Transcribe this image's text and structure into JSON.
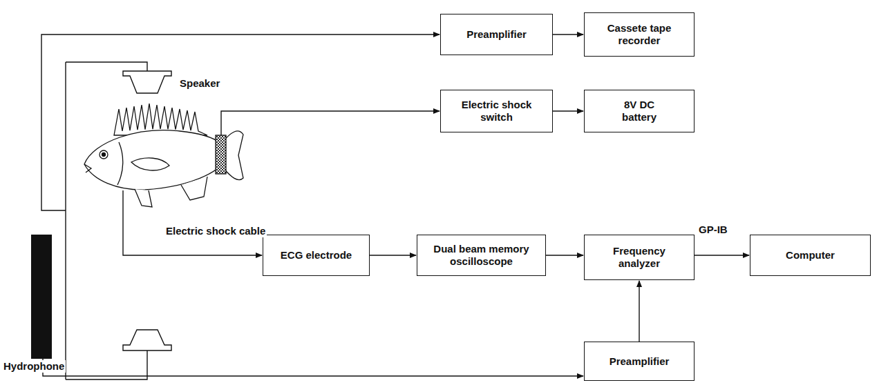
{
  "diagram": {
    "nodes": [
      {
        "text": [
          "Preamplifier"
        ]
      },
      {
        "text": [
          "Cassete tape recorder"
        ]
      },
      {
        "text": [
          "Electric shock switch"
        ]
      },
      {
        "text": [
          "8V DC battery"
        ]
      },
      {
        "text": [
          "ECG electrode"
        ]
      },
      {
        "text": [
          "Dual beam memory oscilloscope"
        ]
      },
      {
        "text": [
          "Frequency analyzer"
        ]
      },
      {
        "text": [
          "Computer"
        ]
      },
      {
        "text": [
          "Preamplifier"
        ]
      }
    ],
    "edges": [
      {
        "from": 0,
        "to": 1,
        "arrow": "to"
      },
      {
        "from": 2,
        "to": 3,
        "arrow": "to"
      },
      {
        "from": 4,
        "to": 5,
        "arrow": "to"
      },
      {
        "from": 5,
        "to": 6,
        "arrow": "to"
      },
      {
        "from": 6,
        "to": 7,
        "label": "GP-IB",
        "arrow": "to"
      },
      {
        "from": 8,
        "to": 6,
        "arrow": "to"
      }
    ],
    "labels": [
      "Speaker",
      "Electric shock cable",
      "Hydrophone"
    ]
  }
}
